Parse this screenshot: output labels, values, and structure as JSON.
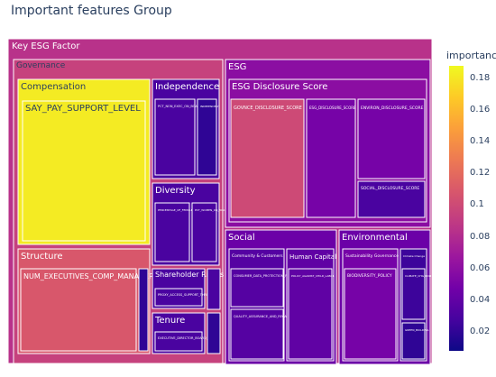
{
  "title": "Important features Group",
  "colorbar": {
    "title": "importance",
    "ticks": [
      "0.18",
      "0.16",
      "0.14",
      "0.12",
      "0.1",
      "0.08",
      "0.06",
      "0.04",
      "0.02"
    ],
    "tick_values": [
      0.18,
      0.16,
      0.14,
      0.12,
      0.1,
      0.08,
      0.06,
      0.04,
      0.02
    ],
    "range": [
      0.008,
      0.188
    ]
  },
  "chart_data": {
    "type": "treemap",
    "root": {
      "label": "Key ESG Factor",
      "importance": 0.085
    },
    "nodes": [
      {
        "label": "Governance",
        "importance": 0.095
      },
      {
        "label": "Compensation",
        "importance": 0.182
      },
      {
        "label": "SAY_PAY_SUPPORT_LEVEL",
        "importance": 0.182
      },
      {
        "label": "Structure",
        "importance": 0.108
      },
      {
        "label": "NUM_EXECUTIVES_COMP_MANAGERS",
        "importance": 0.108
      },
      {
        "label": "",
        "importance": 0.02
      },
      {
        "label": "Independence",
        "importance": 0.03
      },
      {
        "label": "PCT_NON_EXEC_ON_BOARD",
        "importance": 0.03
      },
      {
        "label": "INDEPENDENT",
        "importance": 0.02
      },
      {
        "label": "Diversity",
        "importance": 0.03
      },
      {
        "label": "PERCENTAGE_OF_FEMALE_DIRECTORS",
        "importance": 0.03
      },
      {
        "label": "PCT_WOMEN_ON_BOARD",
        "importance": 0.03
      },
      {
        "label": "Shareholder Rights",
        "importance": 0.03
      },
      {
        "label": "PROXY_ACCESS_SUPPORT_THRESHOLD",
        "importance": 0.03
      },
      {
        "label": "Tenure",
        "importance": 0.03
      },
      {
        "label": "EXECUTIVE_DIRECTOR_BOARD_DUR",
        "importance": 0.03
      },
      {
        "label": "",
        "importance": 0.03
      },
      {
        "label": "",
        "importance": 0.02
      },
      {
        "label": "ESG",
        "importance": 0.06
      },
      {
        "label": "ESG Disclosure Score",
        "importance": 0.06
      },
      {
        "label": "GOVNCE_DISCLOSURE_SCORE",
        "importance": 0.1
      },
      {
        "label": "ESG_DISCLOSURE_SCORE",
        "importance": 0.05
      },
      {
        "label": "ENVIRON_DISCLOSURE_SCORE",
        "importance": 0.05
      },
      {
        "label": "SOCIAL_DISCLOSURE_SCORE",
        "importance": 0.03
      },
      {
        "label": "Social",
        "importance": 0.045
      },
      {
        "label": "Community & Customers",
        "importance": 0.035
      },
      {
        "label": "CONSUMER_DATA_PROTECTION_POLICY",
        "importance": 0.035
      },
      {
        "label": "QUALITY_ASSURANCE_AND_RECALL_POL",
        "importance": 0.035
      },
      {
        "label": "Human Capital",
        "importance": 0.04
      },
      {
        "label": "POLICY_AGAINST_CHILD_LABOR",
        "importance": 0.04
      },
      {
        "label": "Environmental",
        "importance": 0.045
      },
      {
        "label": "Sustainability Governance",
        "importance": 0.05
      },
      {
        "label": "BIODIVERSITY_POLICY",
        "importance": 0.05
      },
      {
        "label": "Climate Change",
        "importance": 0.025
      },
      {
        "label": "CLIMATE_CHG_POLICY",
        "importance": 0.025
      },
      {
        "label": "GREEN_BUILDING",
        "importance": 0.02
      }
    ]
  }
}
